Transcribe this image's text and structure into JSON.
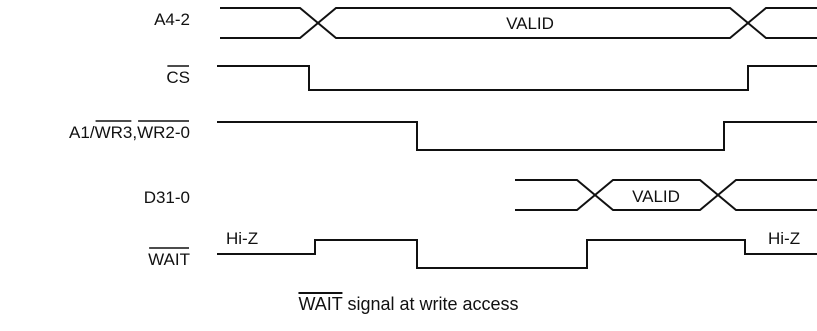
{
  "signals": [
    {
      "label": "A4-2",
      "bus_text": "VALID"
    },
    {
      "label": "CS"
    },
    {
      "label_parts": [
        "A1/",
        "WR3",
        ",",
        "WR2-0"
      ]
    },
    {
      "label": "D31-0",
      "bus_text": "VALID"
    },
    {
      "label": "WAIT",
      "hiz_left": "Hi-Z",
      "hiz_right": "Hi-Z"
    }
  ],
  "caption": {
    "signal": "WAIT",
    "rest": " signal at write access"
  }
}
